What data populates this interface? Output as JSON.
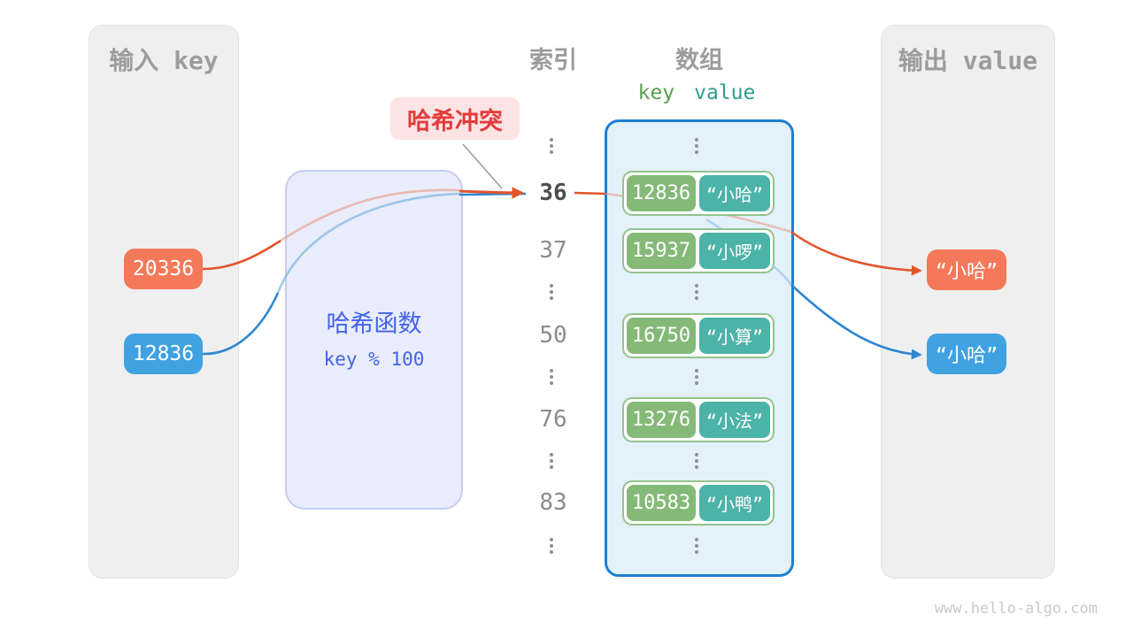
{
  "left_panel": {
    "title": "输入 key",
    "keys": [
      {
        "label": "20336",
        "color": "#f4785a"
      },
      {
        "label": "12836",
        "color": "#41a2e2"
      }
    ]
  },
  "hash_box": {
    "title": "哈希函数",
    "formula": "key % 100"
  },
  "collision_label": "哈希冲突",
  "columns": {
    "index_header": "索引",
    "array_header": "数组",
    "key_header": "key",
    "value_header": "value"
  },
  "rows": [
    {
      "type": "dots"
    },
    {
      "type": "pair",
      "index": "36",
      "emphasis": true,
      "key": "12836",
      "value": "“小哈”"
    },
    {
      "type": "pair",
      "index": "37",
      "emphasis": false,
      "key": "15937",
      "value": "“小啰”"
    },
    {
      "type": "dots"
    },
    {
      "type": "pair",
      "index": "50",
      "emphasis": false,
      "key": "16750",
      "value": "“小算”"
    },
    {
      "type": "dots"
    },
    {
      "type": "pair",
      "index": "76",
      "emphasis": false,
      "key": "13276",
      "value": "“小法”"
    },
    {
      "type": "dots"
    },
    {
      "type": "pair",
      "index": "83",
      "emphasis": false,
      "key": "10583",
      "value": "“小鸭”"
    },
    {
      "type": "dots"
    }
  ],
  "right_panel": {
    "title": "输出 value",
    "outputs": [
      {
        "label": "“小哈”",
        "color": "#f4785a"
      },
      {
        "label": "“小哈”",
        "color": "#41a2e2"
      }
    ]
  },
  "colors": {
    "arrow_orange": "#e2552c",
    "arrow_blue": "#2e86d1",
    "pair_key_bg": "#85b978",
    "pair_value_bg": "#4cb3a8",
    "array_border": "#1d7fd1",
    "hash_text": "#4263eb",
    "collision_text": "#e23c3c"
  },
  "watermark": "www.hello-algo.com"
}
